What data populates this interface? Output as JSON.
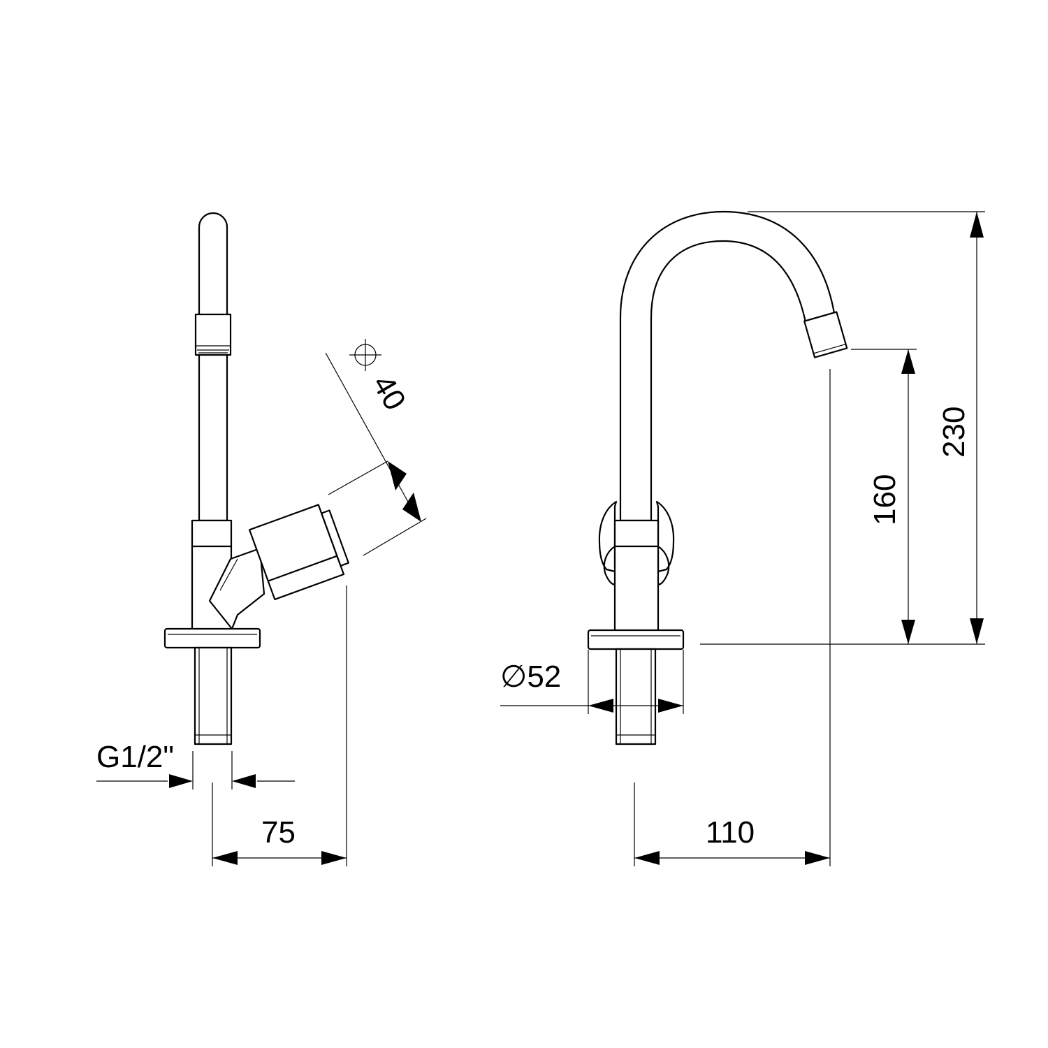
{
  "drawing": {
    "line_color": "#000000",
    "background": "#ffffff",
    "dimensions": {
      "thread": "G1/2\"",
      "side_depth": "75",
      "handle_diameter": "40",
      "flange_diameter": "∅52",
      "spout_reach": "110",
      "outlet_height": "160",
      "total_height": "230"
    }
  }
}
